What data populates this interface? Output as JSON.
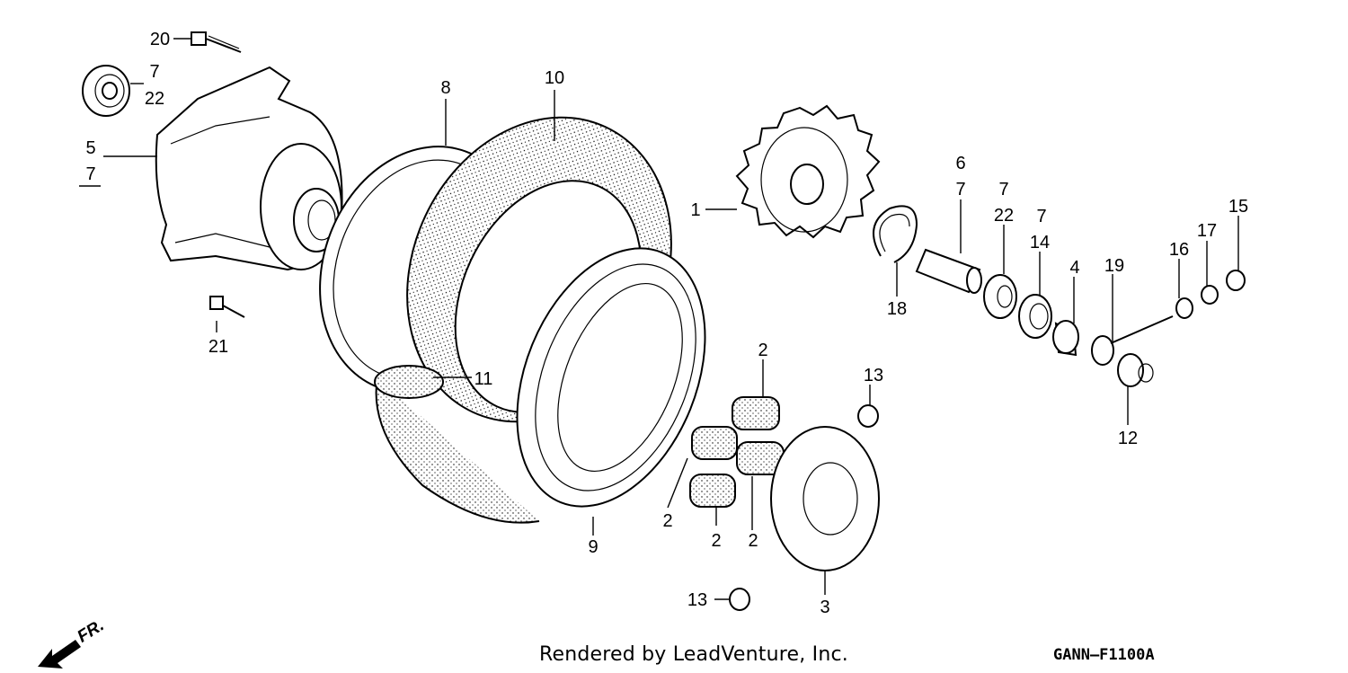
{
  "diagram": {
    "credit": "Rendered by LeadVenture, Inc.",
    "code": "GANN—F1100A",
    "direction": "FR.",
    "callouts": {
      "p1": "1",
      "p2a": "2",
      "p2b": "2",
      "p2c": "2",
      "p2d": "2",
      "p3": "3",
      "p4": "4",
      "p5": "5",
      "p6": "6",
      "p7a": "7",
      "p7b": "7",
      "p7c": "7",
      "p7d": "7",
      "p7e": "7",
      "p8": "8",
      "p9": "9",
      "p10": "10",
      "p11": "11",
      "p12": "12",
      "p13a": "13",
      "p13b": "13",
      "p14": "14",
      "p15": "15",
      "p16": "16",
      "p17": "17",
      "p18": "18",
      "p19": "19",
      "p20": "20",
      "p21": "21",
      "p22a": "22",
      "p22b": "22"
    }
  }
}
